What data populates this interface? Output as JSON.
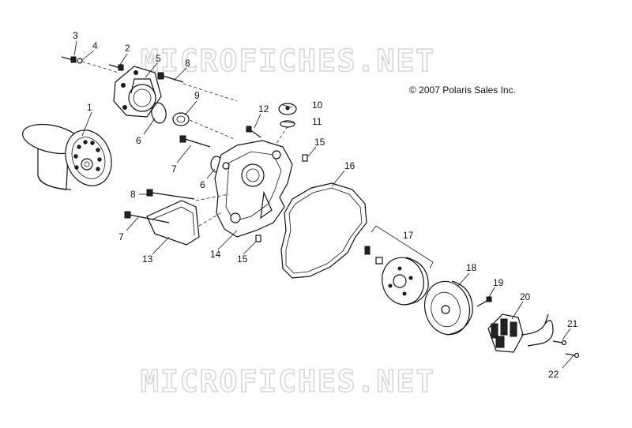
{
  "copyright": "© 2007 Polaris Sales Inc.",
  "watermark": "MICROFICHES.NET",
  "callouts": [
    "1",
    "2",
    "3",
    "4",
    "5",
    "6",
    "6",
    "7",
    "7",
    "8",
    "8",
    "9",
    "10",
    "11",
    "12",
    "13",
    "14",
    "15",
    "15",
    "16",
    "17",
    "18",
    "19",
    "20",
    "21",
    "22"
  ]
}
